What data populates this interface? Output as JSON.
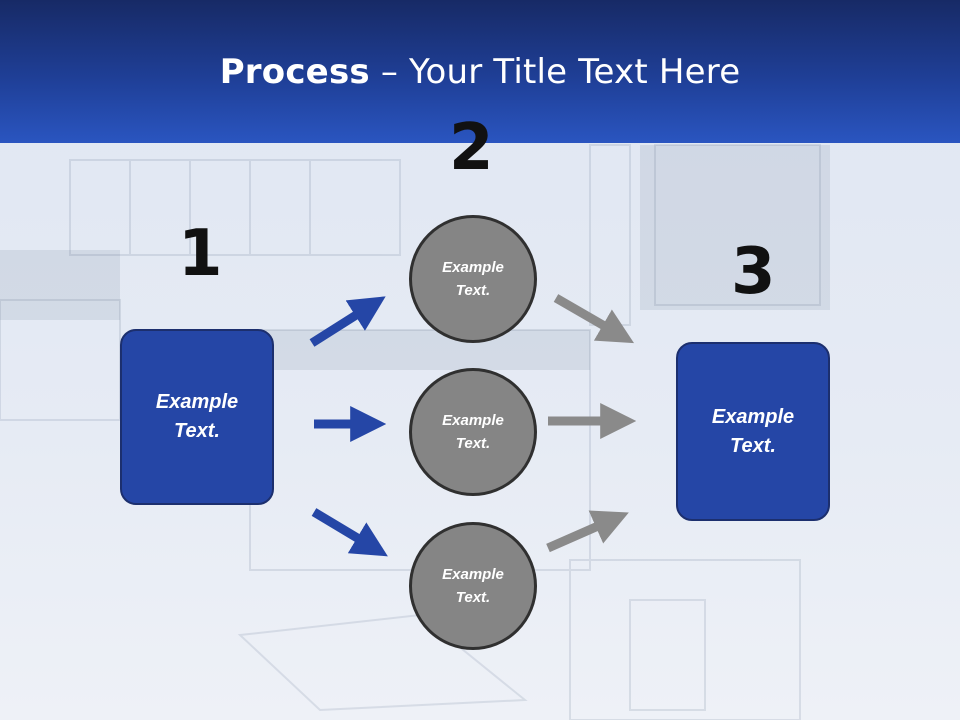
{
  "slide": {
    "title_bold": "Process",
    "title_rest": " – Your Title Text Here",
    "numbers": [
      "1",
      "2",
      "3"
    ],
    "box_left": "Example\nText.",
    "box_right": "Example\nText.",
    "circles": [
      "Example\nText.",
      "Example\nText.",
      "Example\nText."
    ]
  },
  "colors": {
    "title_bar": "#1f3f97",
    "box_fill": "#2546a6",
    "circle_fill": "#858585",
    "blue_arrow": "#2546a6",
    "gray_arrow": "#8a8a8a"
  },
  "icons": [
    "arrow-right-icon",
    "arrow-up-right-icon",
    "arrow-down-right-icon"
  ]
}
